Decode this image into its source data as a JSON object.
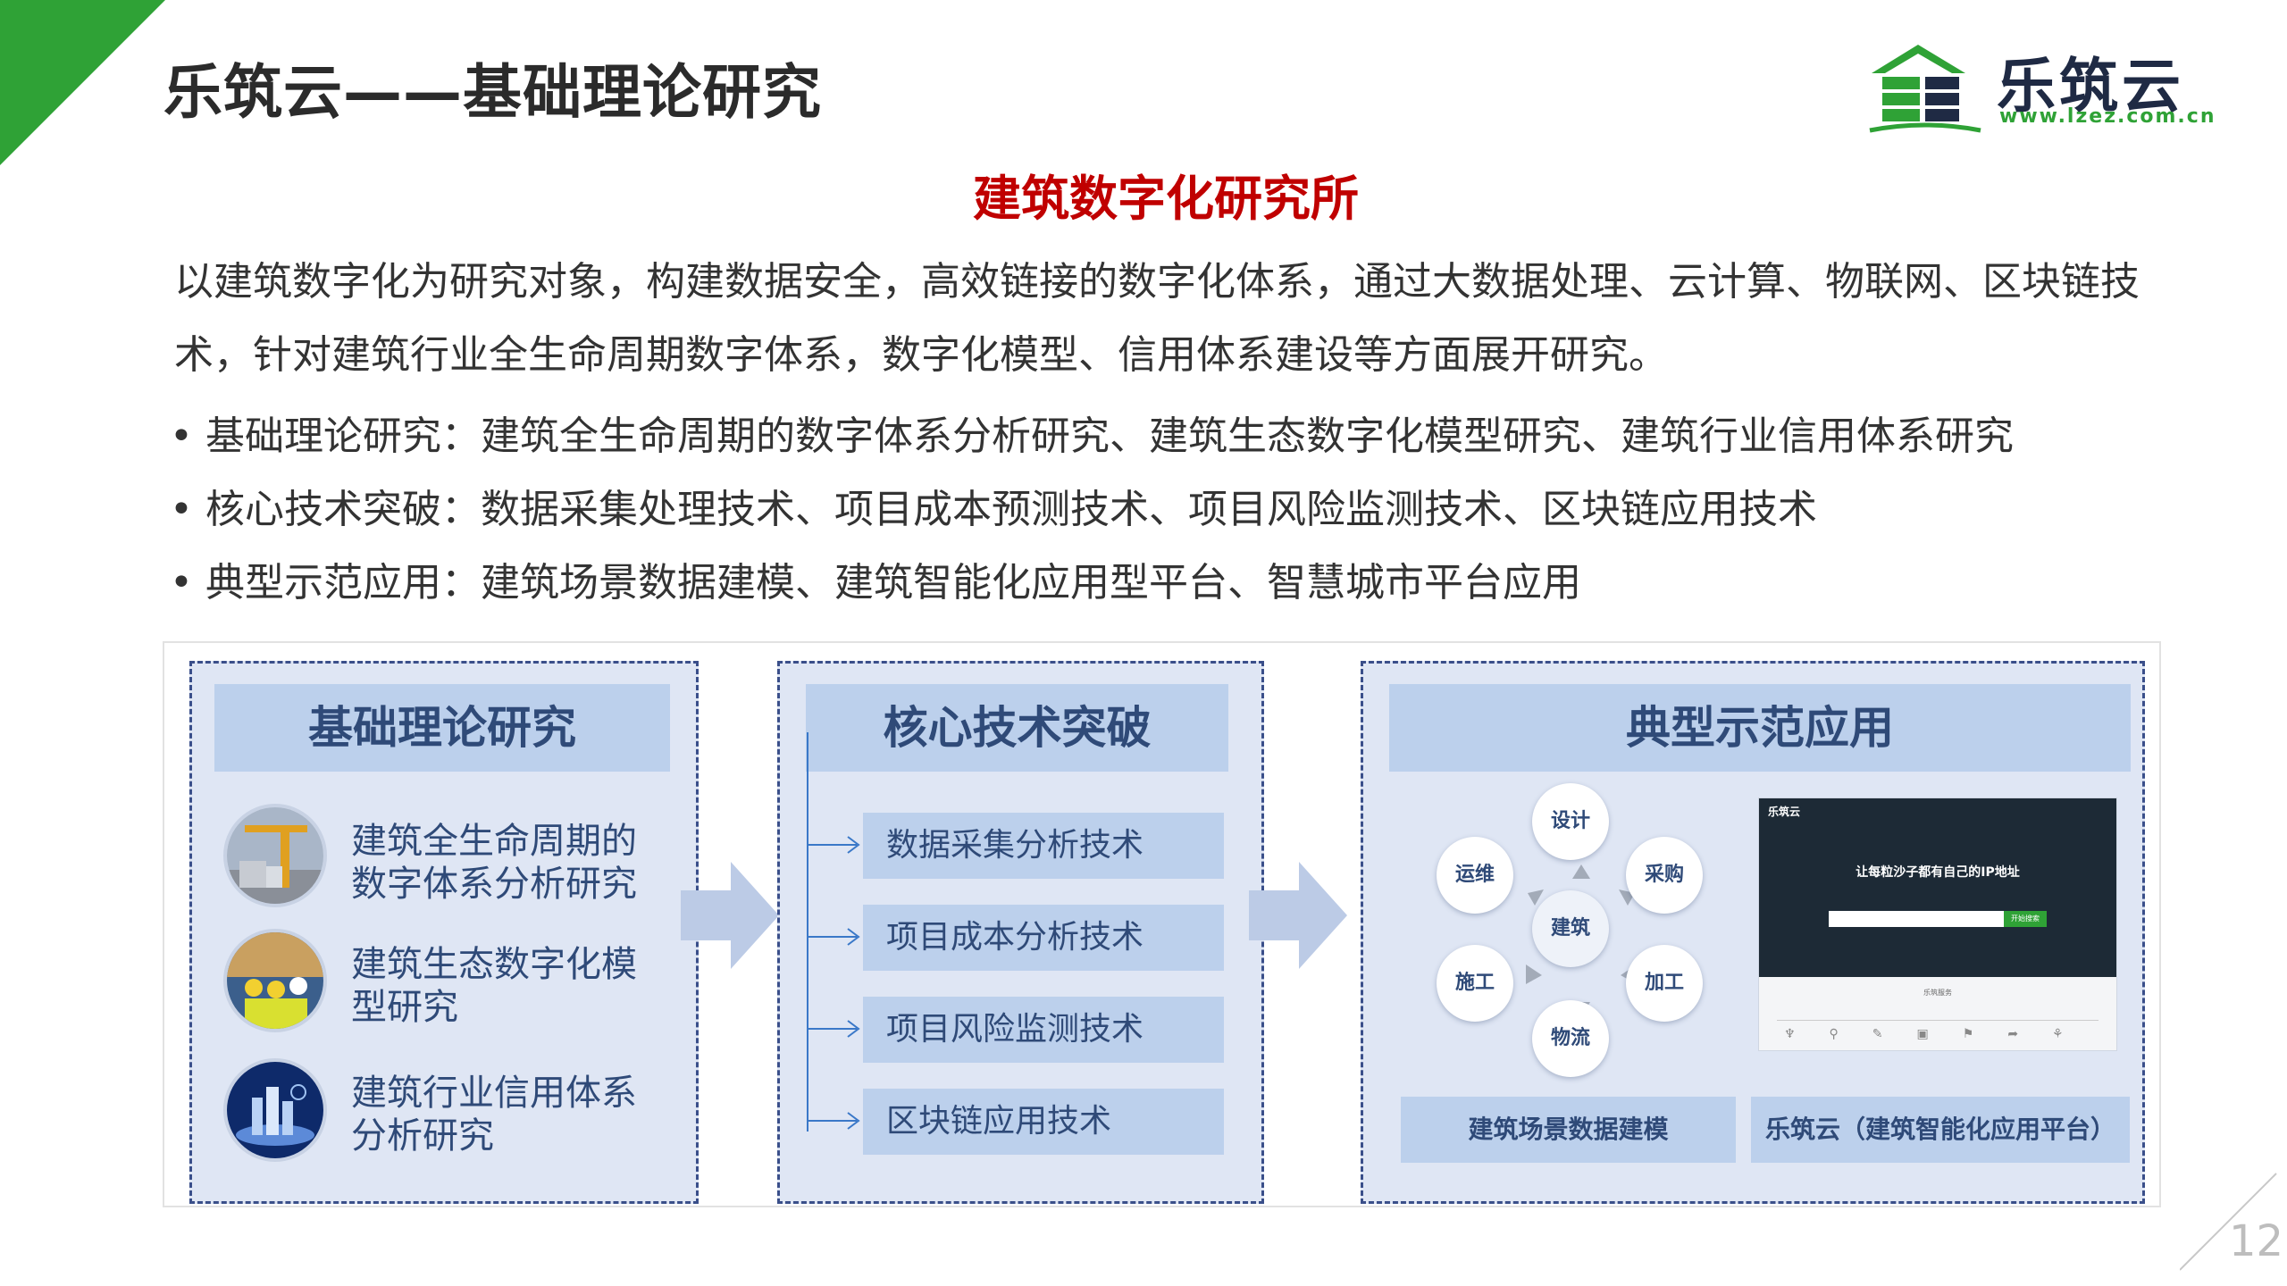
{
  "header": {
    "title": "乐筑云——基础理论研究",
    "logo_text": "乐筑云",
    "logo_url": "www.lzez.com.cn"
  },
  "subtitle": "建筑数字化研究所",
  "intro": "以建筑数字化为研究对象，构建数据安全，高效链接的数字化体系，通过大数据处理、云计算、物联网、区块链技术，针对建筑行业全生命周期数字体系，数字化模型、信用体系建设等方面展开研究。",
  "bullets": [
    {
      "marker": "•",
      "text": "基础理论研究：建筑全生命周期的数字体系分析研究、建筑生态数字化模型研究、建筑行业信用体系研究"
    },
    {
      "marker": "•",
      "text": "核心技术突破：数据采集处理技术、项目成本预测技术、项目风险监测技术、区块链应用技术"
    },
    {
      "marker": "•",
      "text": "典型示范应用：建筑场景数据建模、建筑智能化应用型平台、智慧城市平台应用"
    }
  ],
  "panel_theory": {
    "heading": "基础理论研究",
    "items": [
      {
        "line1": "建筑全生命周期的",
        "line2": "数字体系分析研究"
      },
      {
        "line1": "建筑生态数字化模",
        "line2": "型研究"
      },
      {
        "line1": "建筑行业信用体系",
        "line2": "分析研究"
      }
    ]
  },
  "panel_tech": {
    "heading": "核心技术突破",
    "items": [
      "数据采集分析技术",
      "项目成本分析技术",
      "项目风险监测技术",
      "区块链应用技术"
    ]
  },
  "panel_app": {
    "heading": "典型示范应用",
    "cycle": {
      "center": "建筑",
      "nodes": [
        "设计",
        "采购",
        "加工",
        "物流",
        "施工",
        "运维"
      ]
    },
    "screenshot": {
      "brand": "乐筑云",
      "headline": "让每粒沙子都有自己的IP地址",
      "button": "开始搜索",
      "section": "乐筑服务"
    },
    "bottom": [
      "建筑场景数据建模",
      "乐筑云（建筑智能化应用平台）"
    ]
  },
  "page_number": "12",
  "colors": {
    "accent_green": "#2fa236",
    "title_red": "#c00000",
    "panel_blue": "#dfe6f4",
    "box_blue": "#bcd0ec",
    "text_blue": "#2f4a78"
  }
}
